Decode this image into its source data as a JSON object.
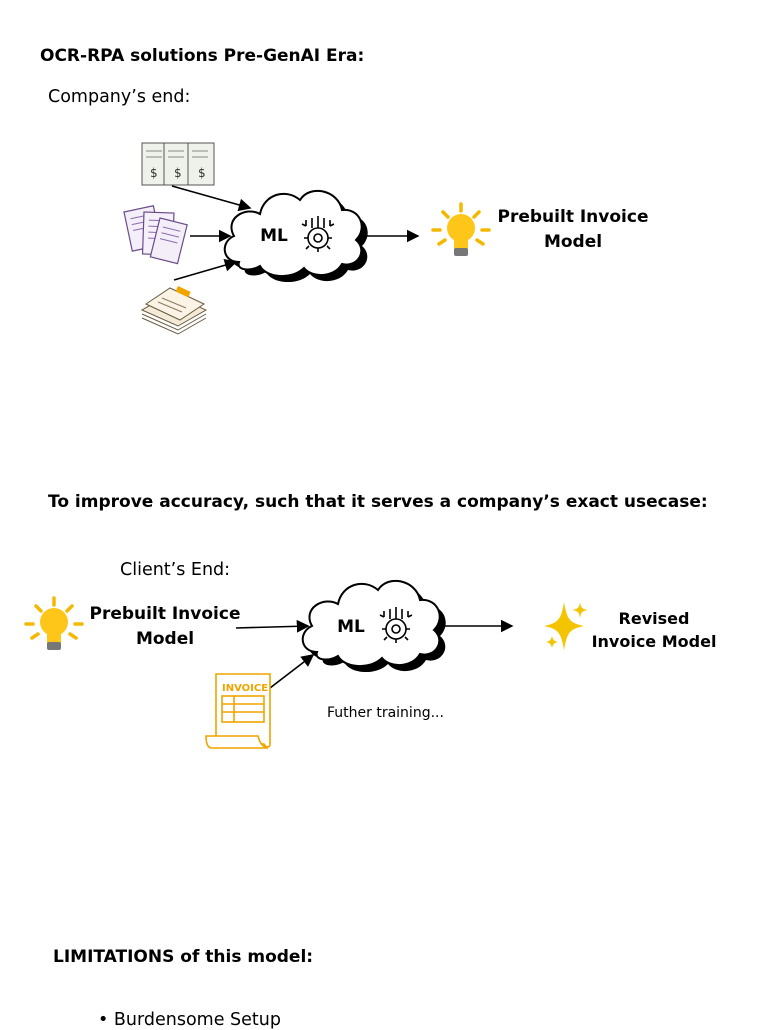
{
  "section1": {
    "title": "OCR-RPA solutions Pre-GenAI Era:",
    "subtitle": "Company’s end:",
    "ml_label": "ML",
    "output_label": "Prebuilt Invoice Model"
  },
  "section2": {
    "title": "To improve accuracy, such that it serves a company’s exact usecase:",
    "subtitle": "Client’s End:",
    "input_label": "Prebuilt Invoice Model",
    "ml_label": "ML",
    "note": "Futher training...",
    "output_label": "Revised Invoice Model",
    "invoice_doc_label": "INVOICE"
  },
  "section3": {
    "title": "LIMITATIONS of this model:",
    "bullets": [
      "Burdensome Setup"
    ]
  },
  "icons": {
    "lightbulb_color": "#F5B800",
    "sparkle_color": "#F5C400",
    "invoice_color": "#F0A400"
  }
}
